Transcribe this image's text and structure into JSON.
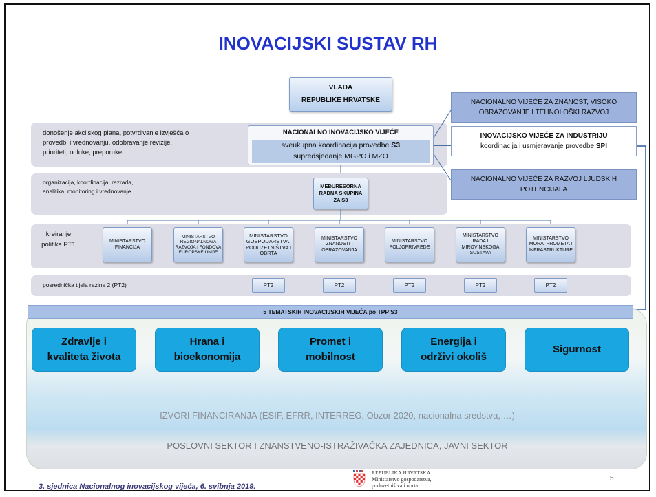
{
  "title": "INOVACIJSKI SUSTAV RH",
  "vlada": {
    "line1": "VLADA",
    "line2": "REPUBLIKE HRVATSKE"
  },
  "band1_text": "donošenje akcijskog plana, potvrđivanje izvješća o provedbi i vrednovanju, odobravanje revizije, prioriteti, odluke, preporuke, …",
  "niv": {
    "title": "NACIONALNO INOVACIJSKO VIJEĆE",
    "line1_prefix": "sveukupna koordinacija provedbe ",
    "line1_bold": "S3",
    "line2": "supredsjedanje MGPO i MZO"
  },
  "right_boxes": {
    "znanost": "NACIONALNO VIJEĆE ZA ZNANOST, VISOKO OBRAZOVANJE I TEHNOLOŠKI RAZVOJ",
    "industrija_title": "INOVACIJSKO VIJEĆE ZA INDUSTRIJU",
    "industrija_prefix": "koordinacija i usmjeravanje provedbe ",
    "industrija_bold": "SPI",
    "ljudski": "NACIONALNO VIJEĆE ZA RAZVOJ LJUDSKIH POTENCIJALA"
  },
  "band2_text": "organizacija, koordinacija, razrada, analitika, monitoring i vrednovanje",
  "mrs": "MEĐURESORNA RADNA SKUPINA ZA S3",
  "pt1_label": "kreiranje politika PT1",
  "ministries": [
    "MINISTARSTVO FINANCIJA",
    "MINISTARSTVO REGIONALNOGA RAZVOJA I FONDOVA EUROPSKE UNIJE",
    "MINISTARSTVO GOSPODARSTVA, PODUZETNIŠTVA I OBRTA",
    "MINISTARSTVO ZNANOSTI I OBRAZOVANJA",
    "MINISTARSTVO POLJOPRIVREDE",
    "MINISTARSTVO RADA I MIROVINSKOGA SUSTAVA",
    "MINISTARSTVO MORA, PROMETA I INFRASTRUKTURE"
  ],
  "pt2_label": "posrednička tijela razine 2 (PT2)",
  "pt2_boxes": [
    "PT2",
    "PT2",
    "PT2",
    "PT2",
    "PT2"
  ],
  "thematic_header": "5 TEMATSKIH INOVACIJSKIH VIJEĆA po TPP S3",
  "themes": [
    {
      "line1": "Zdravlje i",
      "line2": "kvaliteta života"
    },
    {
      "line1": "Hrana i",
      "line2": "bioekonomija"
    },
    {
      "line1": "Promet i",
      "line2": "mobilnost"
    },
    {
      "line1": "Energija i",
      "line2": "održivi okoliš"
    },
    {
      "line1": "Sigurnost",
      "line2": ""
    }
  ],
  "funding": "IZVORI FINANCIRANJA (ESIF, EFRR, INTERREG, Obzor 2020, nacionalna sredstva, …)",
  "sector": "POSLOVNI SEKTOR I ZNANSTVENO-ISTRAŽIVAČKA ZAJEDNICA, JAVNI SEKTOR",
  "footer": {
    "left": "3. sjednica Nacionalnog inovacijskog vijeća, 6. svibnja 2019.",
    "logo_line1": "REPUBLIKA HRVATSKA",
    "logo_line2": "Ministarstvo gospodarstva,",
    "logo_line3": "poduzetništva i obrta",
    "page": "5"
  },
  "colors": {
    "title": "#2233cc",
    "theme_box": "#1aa6e0",
    "right_box": "#9db3dd",
    "band": "#dcdde6"
  }
}
